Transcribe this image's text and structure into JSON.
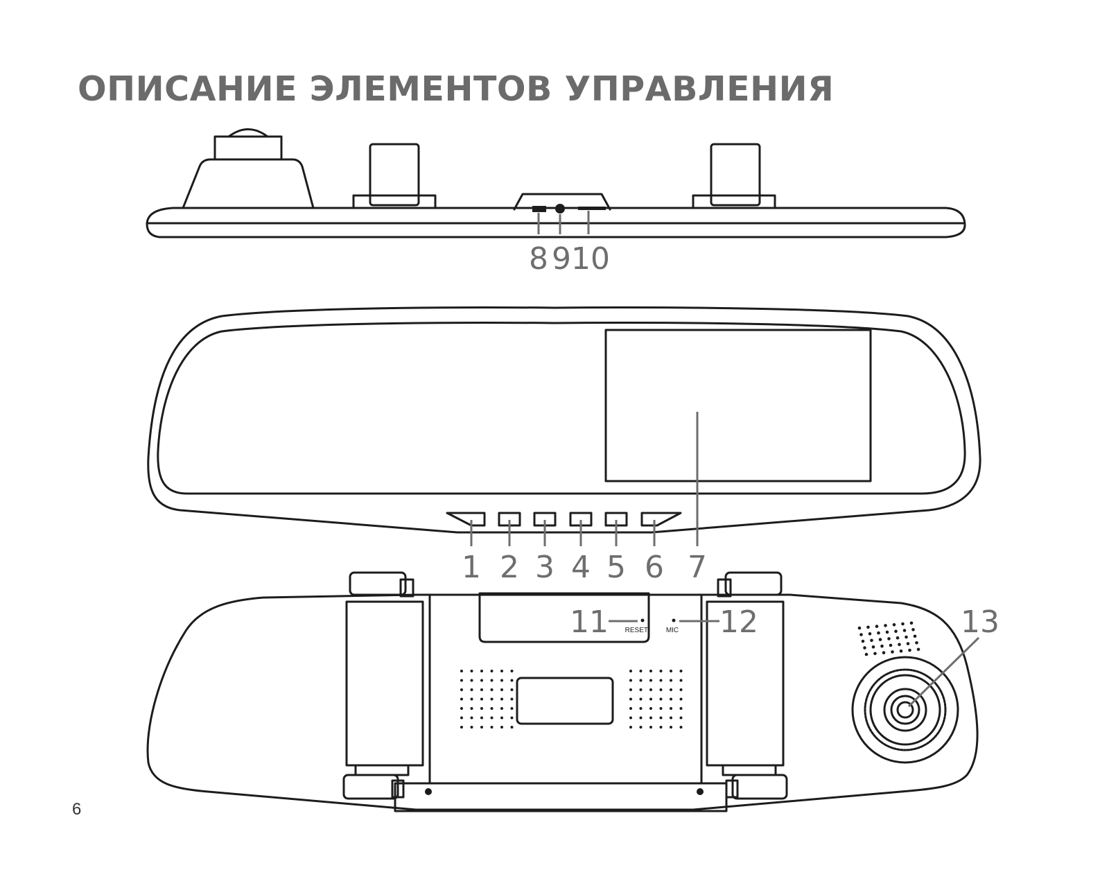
{
  "title": "ОПИСАНИЕ ЭЛЕМЕНТОВ УПРАВЛЕНИЯ",
  "page_number": "6",
  "callouts": [
    "1",
    "2",
    "3",
    "4",
    "5",
    "6",
    "7",
    "8",
    "9",
    "10",
    "11",
    "12",
    "13"
  ],
  "labels": {
    "reset": "RESET",
    "mic": "MIC"
  }
}
